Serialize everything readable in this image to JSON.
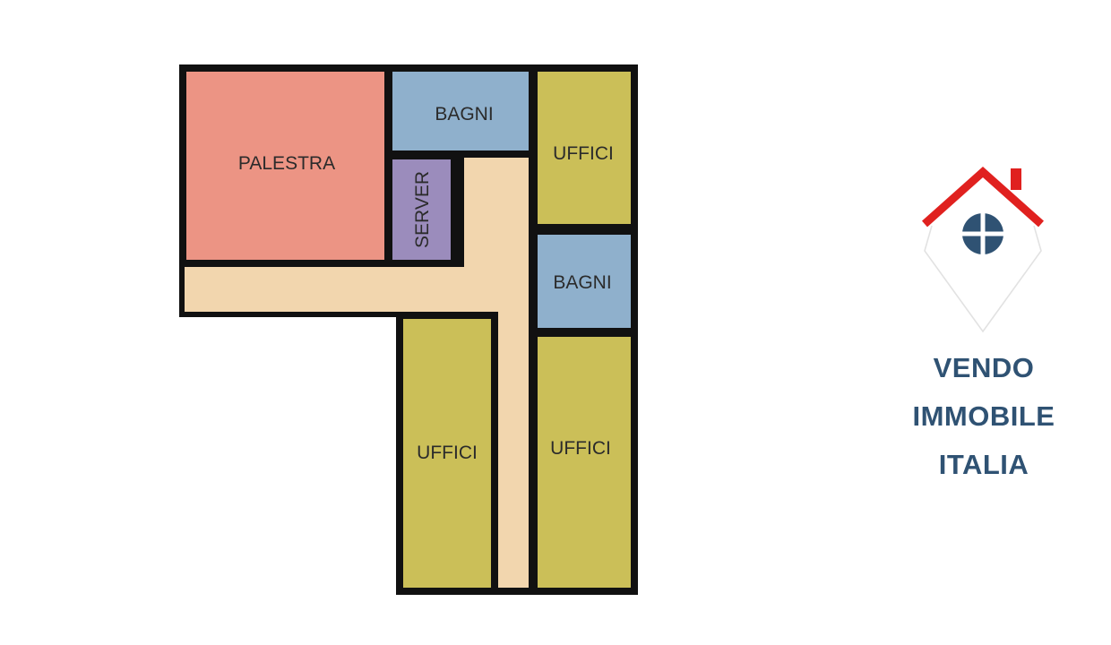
{
  "floorplan": {
    "rooms": {
      "palestra": "PALESTRA",
      "bagni_top": "BAGNI",
      "server": "SERVER",
      "uffici_top_right": "UFFICI",
      "bagni_right": "BAGNI",
      "uffici_bottom_left": "UFFICI",
      "uffici_bottom_right": "UFFICI"
    },
    "colors": {
      "wall": "#111111",
      "palestra": "#ec9484",
      "bagni": "#8fb0cc",
      "server": "#9b8cbc",
      "uffici": "#cbbf58",
      "corridor": "#f2d6ae"
    }
  },
  "brand": {
    "line1": "VENDO",
    "line2": "IMMOBILE",
    "line3": "ITALIA",
    "colors": {
      "roof": "#e0211f",
      "text": "#2f5273"
    }
  }
}
